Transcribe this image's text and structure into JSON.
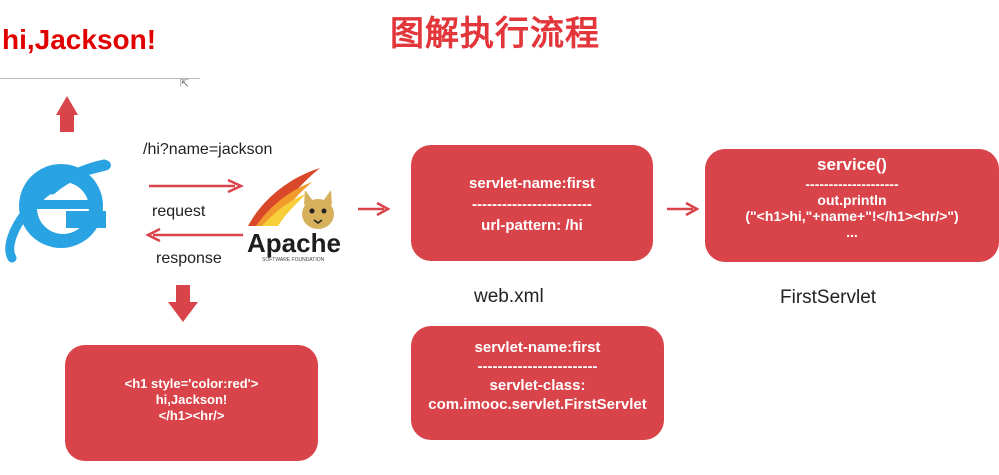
{
  "title": "图解执行流程",
  "browser_output": "hi,Jackson!",
  "request_url": "/hi?name=jackson",
  "request_label": "request",
  "response_label": "response",
  "apache": {
    "name": "Apache",
    "subtitle": "SOFTWARE FOUNDATION"
  },
  "webxml_mapping": {
    "servlet_name": "servlet-name:first",
    "divider": "------------------------",
    "url_pattern": "url-pattern: /hi"
  },
  "webxml_servlet": {
    "servlet_name": "servlet-name:first",
    "divider": "------------------------",
    "servlet_class_label": "servlet-class:",
    "servlet_class_value": "com.imooc.servlet.FirstServlet"
  },
  "service": {
    "title": "service()",
    "divider": "--------------------",
    "line1": "out.println",
    "line2": "(\"<h1>hi,\"+name+\"!</h1><hr/>\")",
    "line3": "..."
  },
  "html_output": {
    "line1": "<h1 style='color:red'>",
    "line2": "hi,Jackson!",
    "line3": "</h1><hr/>"
  },
  "webxml_label": "web.xml",
  "firstservlet_label": "FirstServlet",
  "colors": {
    "accent_red": "#d63c3e",
    "box_red": "#d9444a",
    "arrow_red": "#d9444a",
    "title_red": "#e2363b",
    "browser_text_red": "#e10000",
    "ie_blue": "#2aa3e3"
  },
  "icons": {
    "browser": "internet-explorer-icon",
    "server": "apache-tomcat-icon"
  }
}
